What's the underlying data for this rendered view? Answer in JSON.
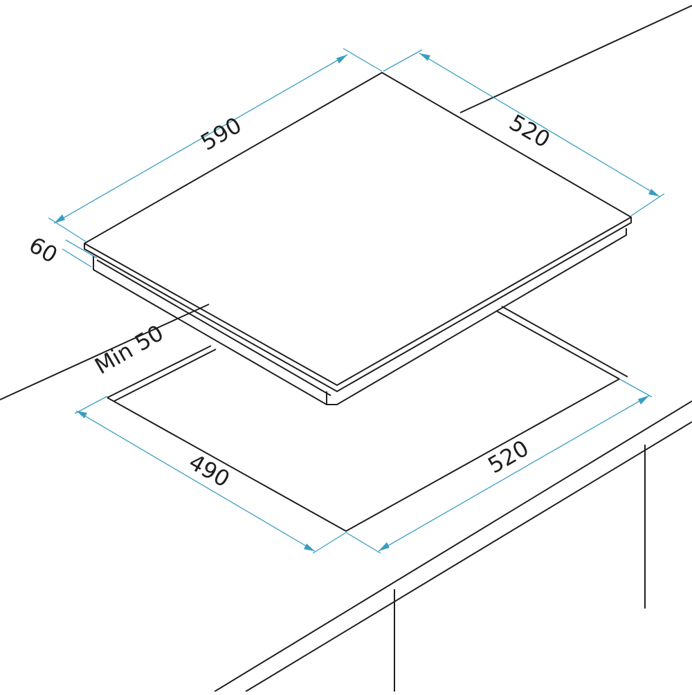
{
  "diagram": {
    "line_color": "#1e1e1e",
    "dimension_color": "#3a9ec2",
    "dimensions": {
      "hob_width": "590",
      "hob_depth": "520",
      "hob_height": "60",
      "min_clearance": "Min 50",
      "cutout_width": "490",
      "cutout_depth": "520"
    }
  }
}
